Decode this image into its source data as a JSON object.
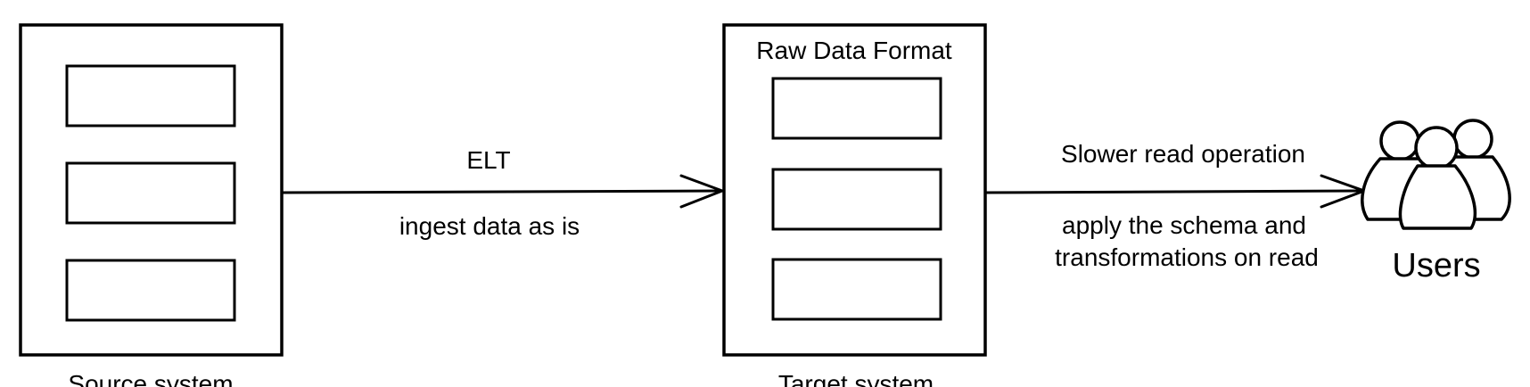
{
  "source": {
    "caption": "Source system"
  },
  "flow_in": {
    "title": "ELT",
    "subtitle": "ingest data as is"
  },
  "target": {
    "header": "Raw Data Format",
    "caption": "Target system"
  },
  "flow_out": {
    "title": "Slower read operation",
    "subtitle_line1": "apply the schema and",
    "subtitle_line2": "transformations on read"
  },
  "users": {
    "icon": "users-icon",
    "label": "Users"
  },
  "colors": {
    "stroke": "#000000",
    "fill": "#ffffff"
  }
}
